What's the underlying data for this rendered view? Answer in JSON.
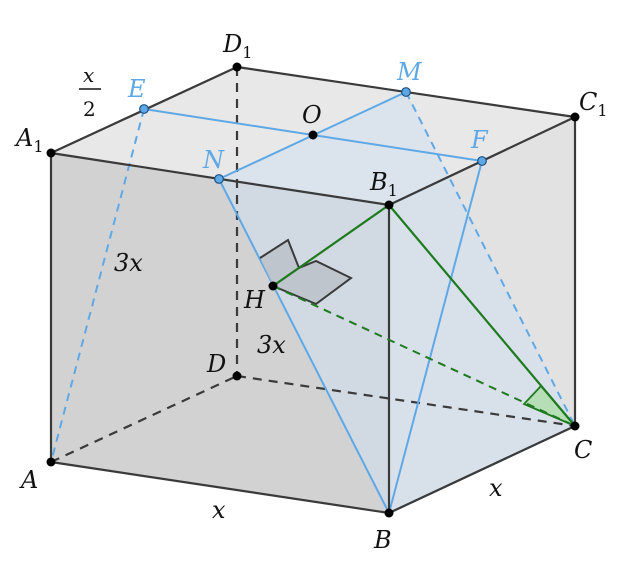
{
  "colors": {
    "edge": "#3a3a3a",
    "blue": "#5fa8e6",
    "green": "#1f7a1f",
    "front_face": "#d2d2d2",
    "top_face": "#e8e8e8",
    "bottom_face": "#c6c6c6",
    "right_face": "#e2e2e2",
    "plane_fill": "#cfe0f0"
  },
  "labels": {
    "A": "A",
    "B": "B",
    "C": "C",
    "D": "D",
    "A1": "A",
    "A1_sub": "1",
    "B1": "B",
    "B1_sub": "1",
    "C1": "C",
    "C1_sub": "1",
    "D1": "D",
    "D1_sub": "1",
    "E": "E",
    "F": "F",
    "M": "M",
    "N": "N",
    "O": "O",
    "H": "H"
  },
  "measures": {
    "ab": "x",
    "bc": "x",
    "aa1": "3x",
    "dd1": "3x",
    "frac_num": "x",
    "frac_den": "2"
  }
}
